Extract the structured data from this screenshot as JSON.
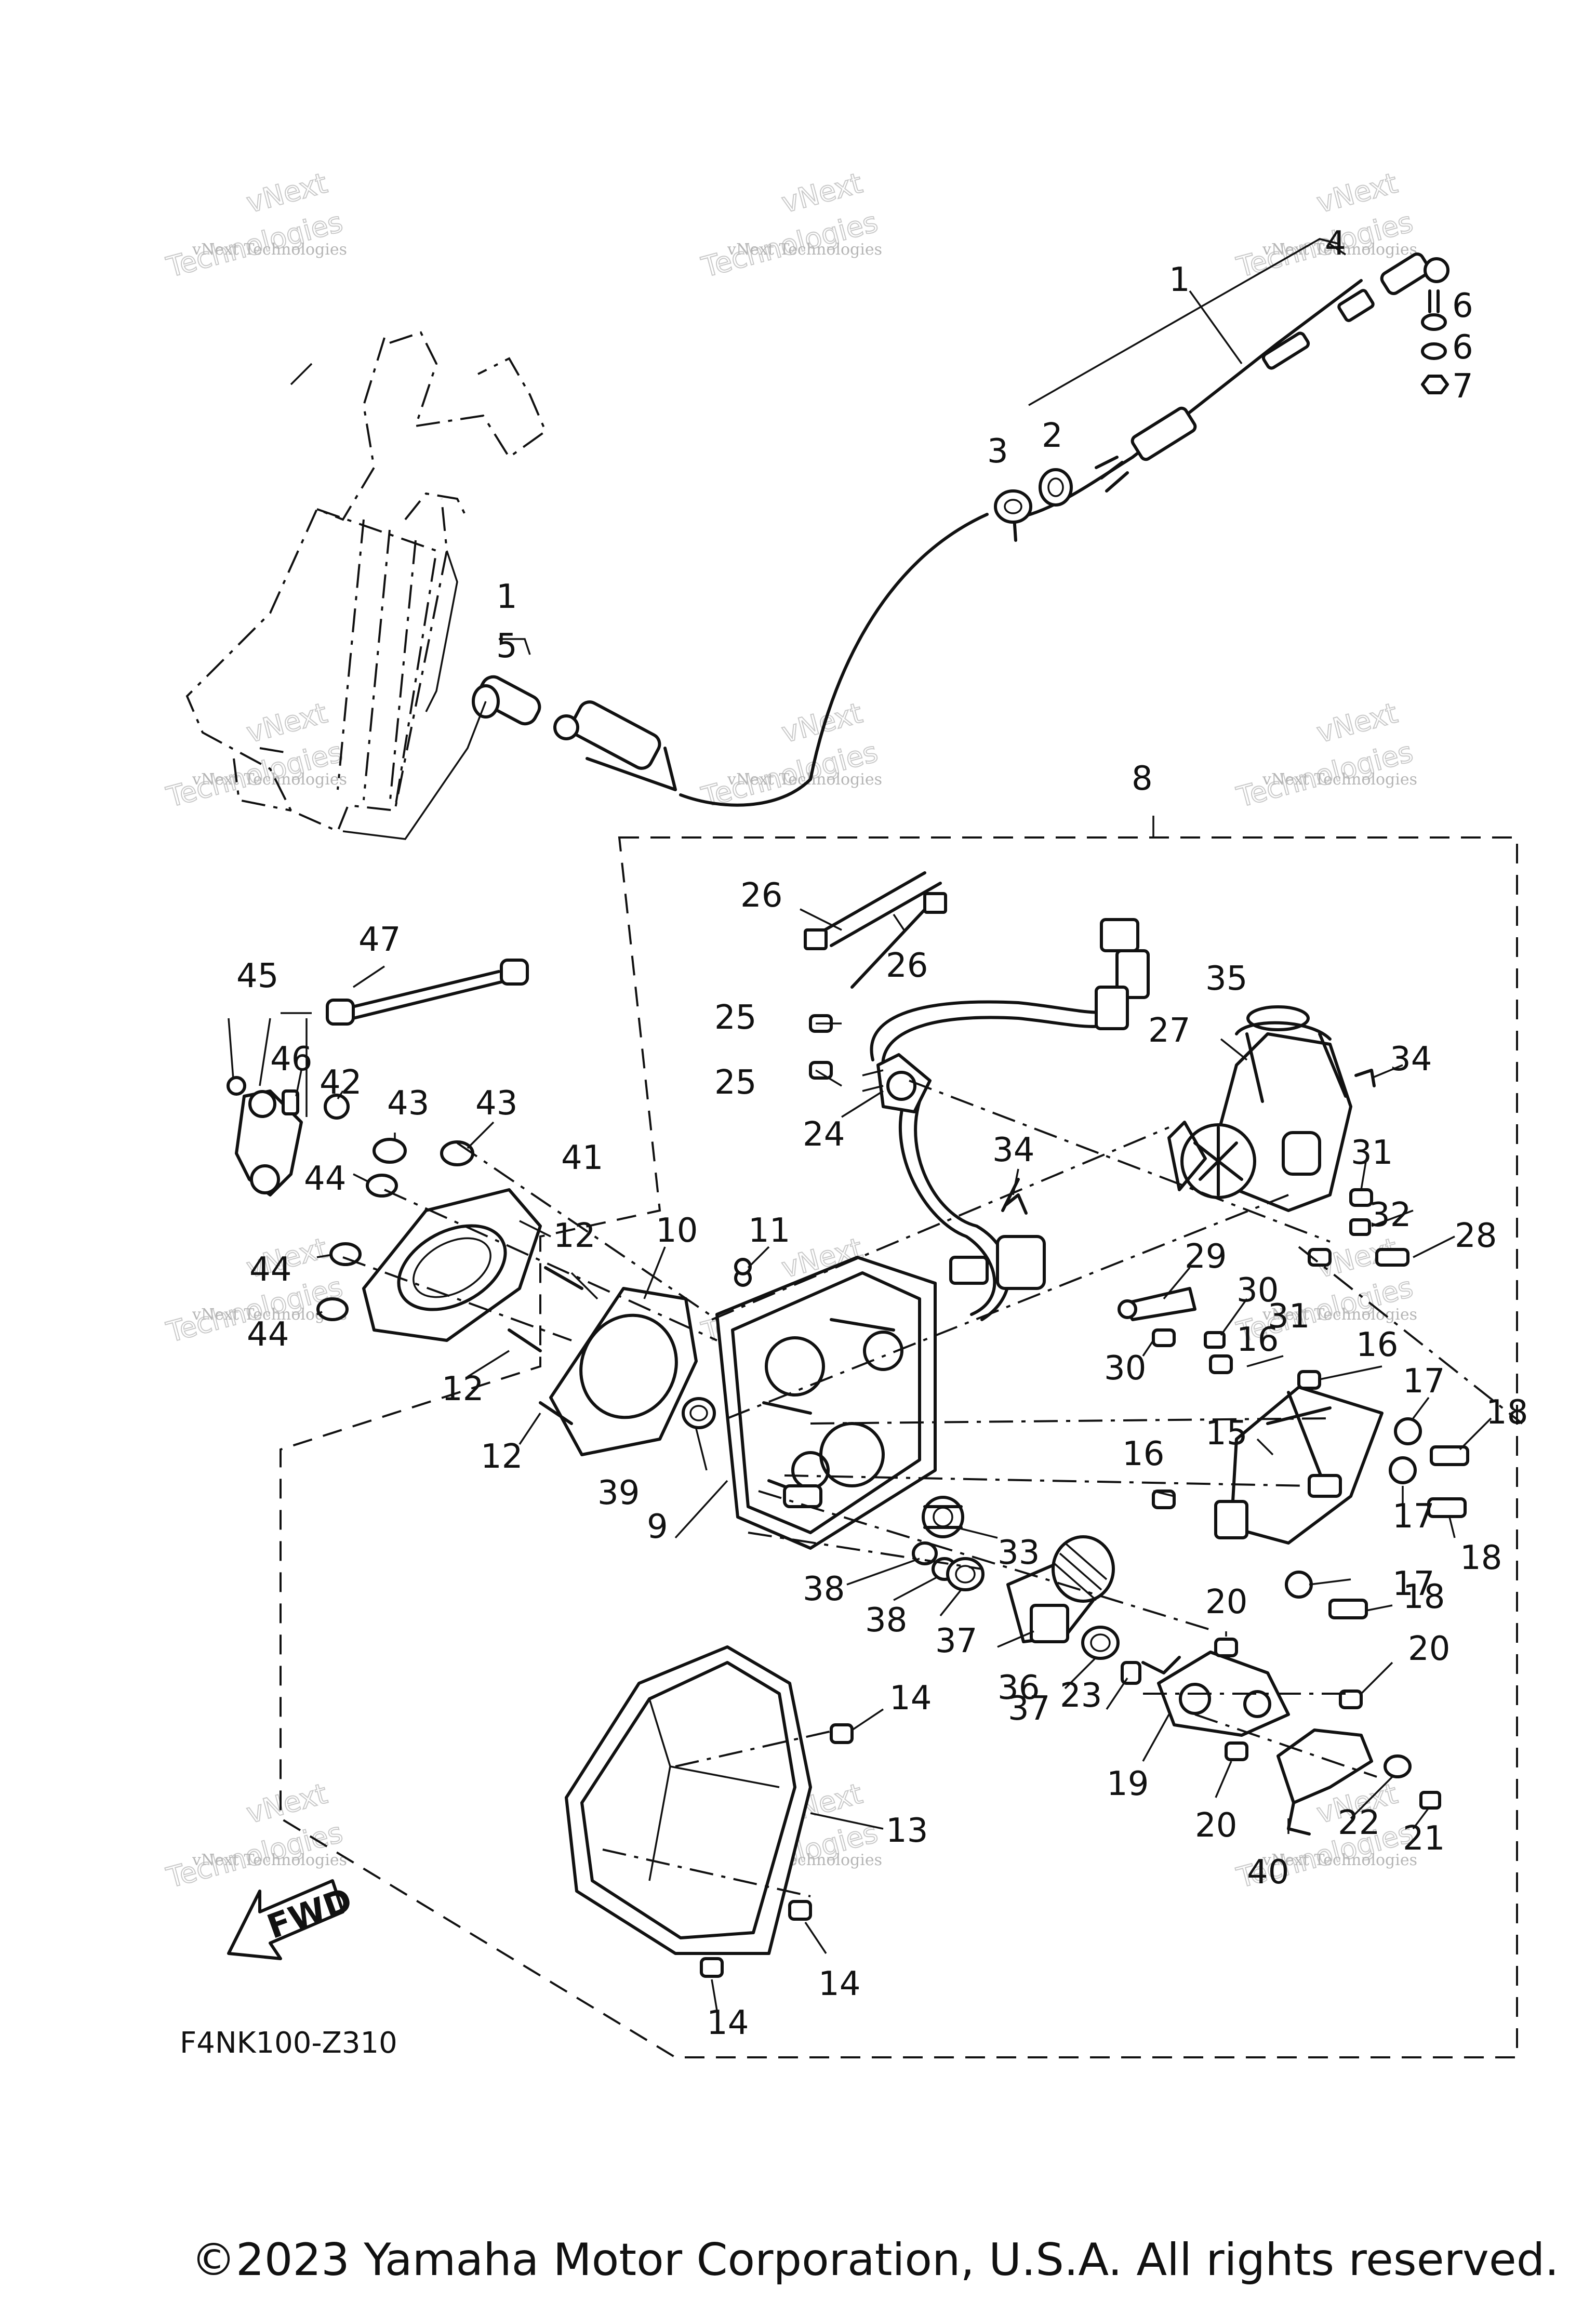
{
  "watermark": {
    "line1": "vNext",
    "line2": "Technologies",
    "combined": "vNext Technologies"
  },
  "fwd_label": "FWD",
  "diagram_code": "F4NK100-Z310",
  "copyright": "©2023 Yamaha Motor Corporation, U.S.A. All rights reserved.",
  "callouts": [
    "1",
    "2",
    "3",
    "4",
    "5",
    "6",
    "6",
    "7",
    "1",
    "8",
    "9",
    "10",
    "11",
    "12",
    "12",
    "12",
    "13",
    "14",
    "14",
    "14",
    "15",
    "16",
    "16",
    "16",
    "17",
    "17",
    "17",
    "18",
    "18",
    "18",
    "19",
    "20",
    "20",
    "20",
    "21",
    "22",
    "23",
    "24",
    "25",
    "25",
    "26",
    "26",
    "27",
    "28",
    "29",
    "30",
    "30",
    "31",
    "31",
    "32",
    "33",
    "34",
    "34",
    "35",
    "36",
    "37",
    "37",
    "38",
    "38",
    "39",
    "40",
    "41",
    "42",
    "43",
    "43",
    "44",
    "44",
    "44",
    "45",
    "46",
    "47"
  ]
}
